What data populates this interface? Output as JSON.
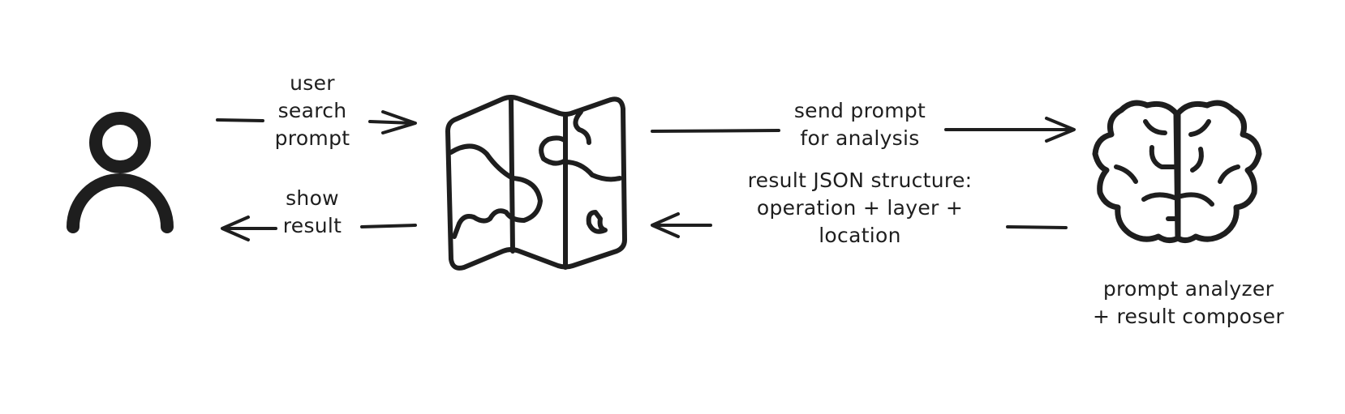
{
  "labels": {
    "user_prompt": [
      "user",
      "search",
      "prompt"
    ],
    "show_result": [
      "show",
      "result"
    ],
    "send_prompt": [
      "send prompt",
      "for analysis"
    ],
    "result_json": [
      "result JSON structure:",
      "operation + layer +",
      "location"
    ],
    "brain_caption": [
      "prompt analyzer",
      "+ result composer"
    ]
  },
  "nodes": {
    "user": {
      "icon": "user-icon"
    },
    "map": {
      "icon": "map-icon"
    },
    "brain": {
      "icon": "brain-icon"
    }
  },
  "colors": {
    "stroke": "#1e1e1e",
    "background": "#ffffff"
  }
}
